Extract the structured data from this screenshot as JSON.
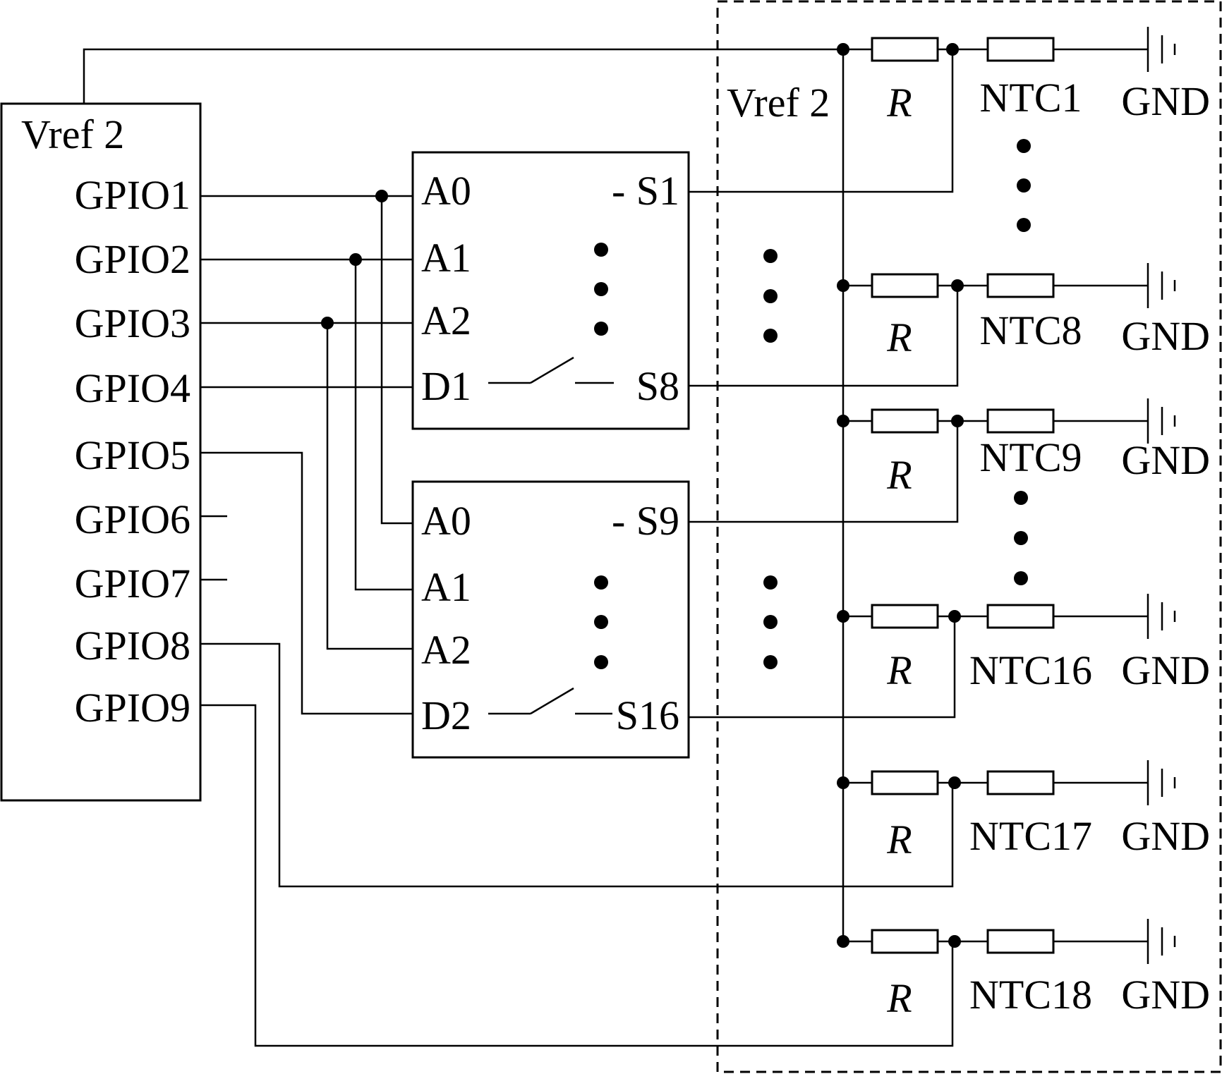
{
  "mcu": {
    "vref": "Vref 2",
    "pins": [
      "GPIO1",
      "GPIO2",
      "GPIO3",
      "GPIO4",
      "GPIO5",
      "GPIO6",
      "GPIO7",
      "GPIO8",
      "GPIO9"
    ]
  },
  "mux1": {
    "a0": "A0",
    "a1": "A1",
    "a2": "A2",
    "d": "D1",
    "s_top": "S1",
    "s_bottom": "S8",
    "dash": "-"
  },
  "mux2": {
    "a0": "A0",
    "a1": "A1",
    "a2": "A2",
    "d": "D2",
    "s_top": "S9",
    "s_bottom": "S16",
    "dash": "-"
  },
  "sensor_block": {
    "vref": "Vref 2",
    "resistor_label": "R",
    "ground_label": "GND",
    "channels": [
      "NTC1",
      "NTC8",
      "NTC9",
      "NTC16",
      "NTC17",
      "NTC18"
    ]
  },
  "colors": {
    "line": "#000000",
    "background": "#ffffff"
  }
}
